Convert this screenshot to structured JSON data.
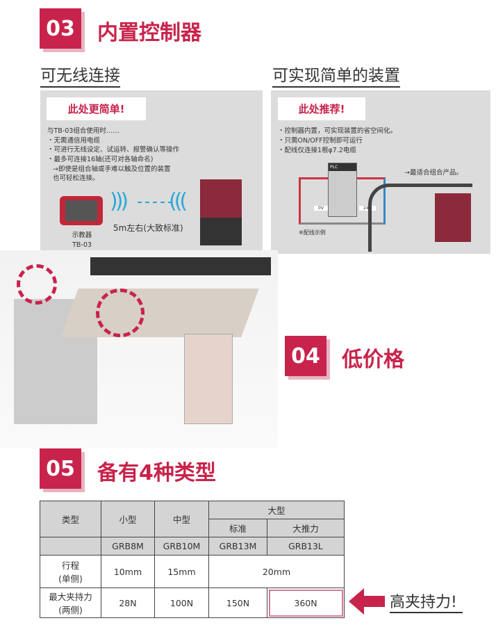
{
  "sec03": {
    "num": "03",
    "title": "内置控制器"
  },
  "wireless": {
    "heading": "可无线连接",
    "pill": "此处更简单!",
    "intro": "与TB-03组合使用时……",
    "bullets": [
      "・无需通信用电缆",
      "・可进行无线设定、试运转、报警确认等操作",
      "・最多可连接16轴(还可对各轴命名)"
    ],
    "note1": "→即使是组合轴或手难以触及位置的装置",
    "note2": "也可轻松连接。",
    "device_label1": "示教器",
    "device_label2": "TB-03",
    "range": "5m左右(大致标准)"
  },
  "simple": {
    "heading": "可实现简单的装置",
    "pill": "此处推荐!",
    "bullets": [
      "・控制器内置，可实现装置的省空间化。",
      "・只需ON/OFF控制即可运行",
      "・配线仅连接1根φ7.2电缆"
    ],
    "best": "→最适合组合产品。",
    "wiring_note": "※配线示例",
    "plc": "PLC",
    "v0": "0V",
    "v24": "24V"
  },
  "sec04": {
    "num": "04",
    "title": "低价格"
  },
  "sec05": {
    "num": "05",
    "title": "备有4种类型"
  },
  "table": {
    "type_label": "类型",
    "small": "小型",
    "medium": "中型",
    "large": "大型",
    "standard": "标准",
    "high_thrust": "大推力",
    "models": [
      "GRB8M",
      "GRB10M",
      "GRB13M",
      "GRB13L"
    ],
    "stroke_label1": "行程",
    "stroke_label2": "(单侧)",
    "stroke": [
      "10mm",
      "15mm",
      "20mm"
    ],
    "force_label1": "最大夹持力",
    "force_label2": "(两侧)",
    "force": [
      "28N",
      "100N",
      "150N",
      "360N"
    ]
  },
  "callout": "高夹持力!",
  "colors": {
    "accent": "#c8234b",
    "panel": "#dcdcdc"
  }
}
